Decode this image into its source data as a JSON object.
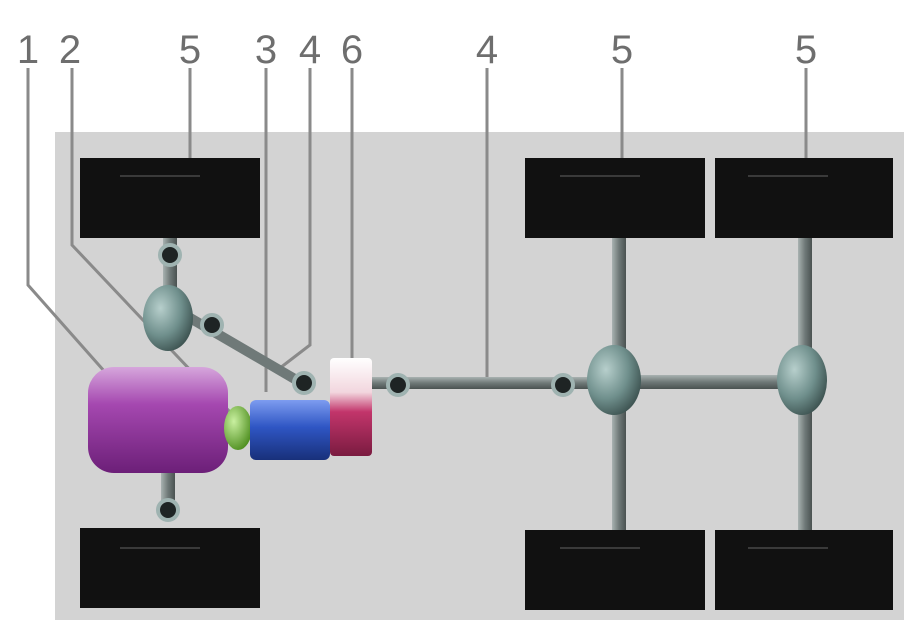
{
  "callouts": {
    "c1": "1",
    "c2": "2",
    "c5_left": "5",
    "c3": "3",
    "c4_top": "4",
    "c6": "6",
    "c4_shaft": "4",
    "c5_mid": "5",
    "c5_right": "5"
  },
  "colors": {
    "panel": "#d3d3d3",
    "tire": "#111111",
    "engine": "#9a3fa6",
    "clutch": "#7cc43a",
    "gearbox": "#2f56c4",
    "transfer_case": "#c2356b",
    "axle_joint": "#6f8f8c",
    "shaft": "#7d8584",
    "leader": "#8a8a8a"
  }
}
